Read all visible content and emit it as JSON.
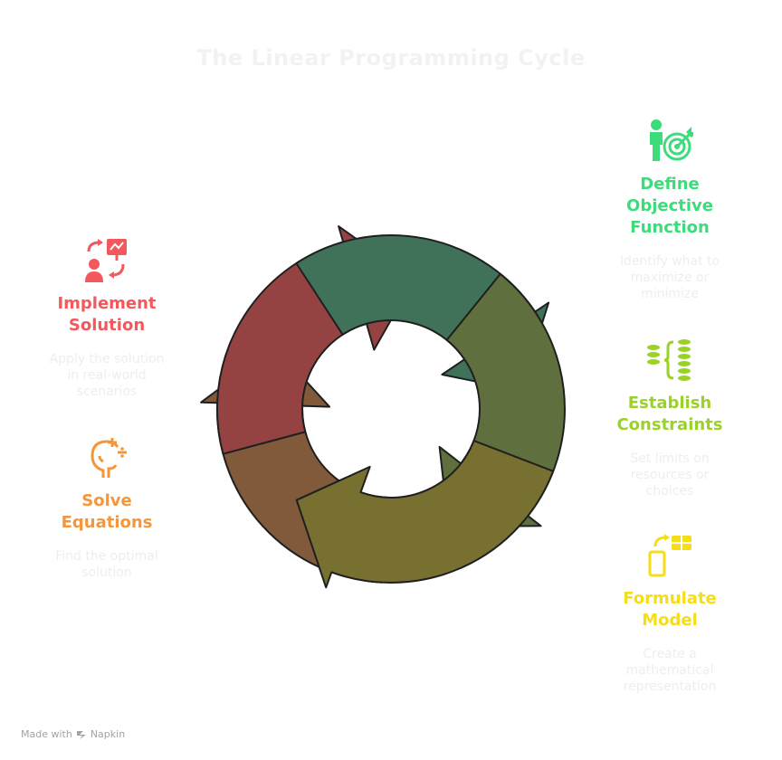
{
  "title": "The Linear Programming Cycle",
  "colors": {
    "define": "#3f7259",
    "constraints": "#606f3e",
    "formulate": "#777030",
    "solve": "#805a3a",
    "implement": "#944342",
    "define_text": "#3ddc7a",
    "constraints_text": "#9bd228",
    "formulate_text": "#f6de16",
    "solve_text": "#f5963a",
    "implement_text": "#f2585c"
  },
  "steps": [
    {
      "id": "define",
      "label": "Define\nObjective\nFunction",
      "desc": "Identify what to\nmaximize or\nminimize",
      "icon": "person-target-icon"
    },
    {
      "id": "constraints",
      "label": "Establish\nConstraints",
      "desc": "Set limits on\nresources or\nchoices",
      "icon": "constraints-bracket-icon"
    },
    {
      "id": "formulate",
      "label": "Formulate\nModel",
      "desc": "Create a\nmathematical\nrepresentation",
      "icon": "phone-table-icon"
    },
    {
      "id": "solve",
      "label": "Solve\nEquations",
      "desc": "Find the optimal\nsolution",
      "icon": "head-math-icon"
    },
    {
      "id": "implement",
      "label": "Implement\nSolution",
      "desc": "Apply the solution\nin real-world\nscenarios",
      "icon": "presenter-chart-icon"
    }
  ],
  "footer": {
    "made_with": "Made with",
    "brand": "Napkin"
  }
}
